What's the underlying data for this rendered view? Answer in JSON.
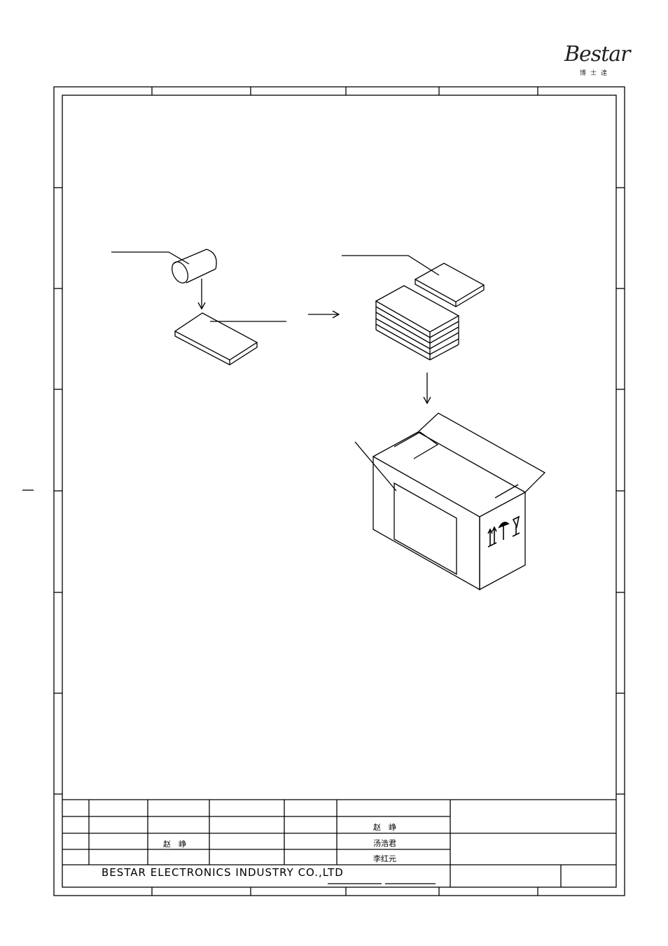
{
  "logo": {
    "brand": "Bestar",
    "chinese": "博士達"
  },
  "title_block": {
    "company": "BESTAR ELECTRONICS INDUSTRY CO.,LTD",
    "names": {
      "designer_col4": "赵　峥",
      "row1_col7": "赵　峥",
      "row2_col7": "汤浩君",
      "row3_col7": "李红元"
    }
  }
}
